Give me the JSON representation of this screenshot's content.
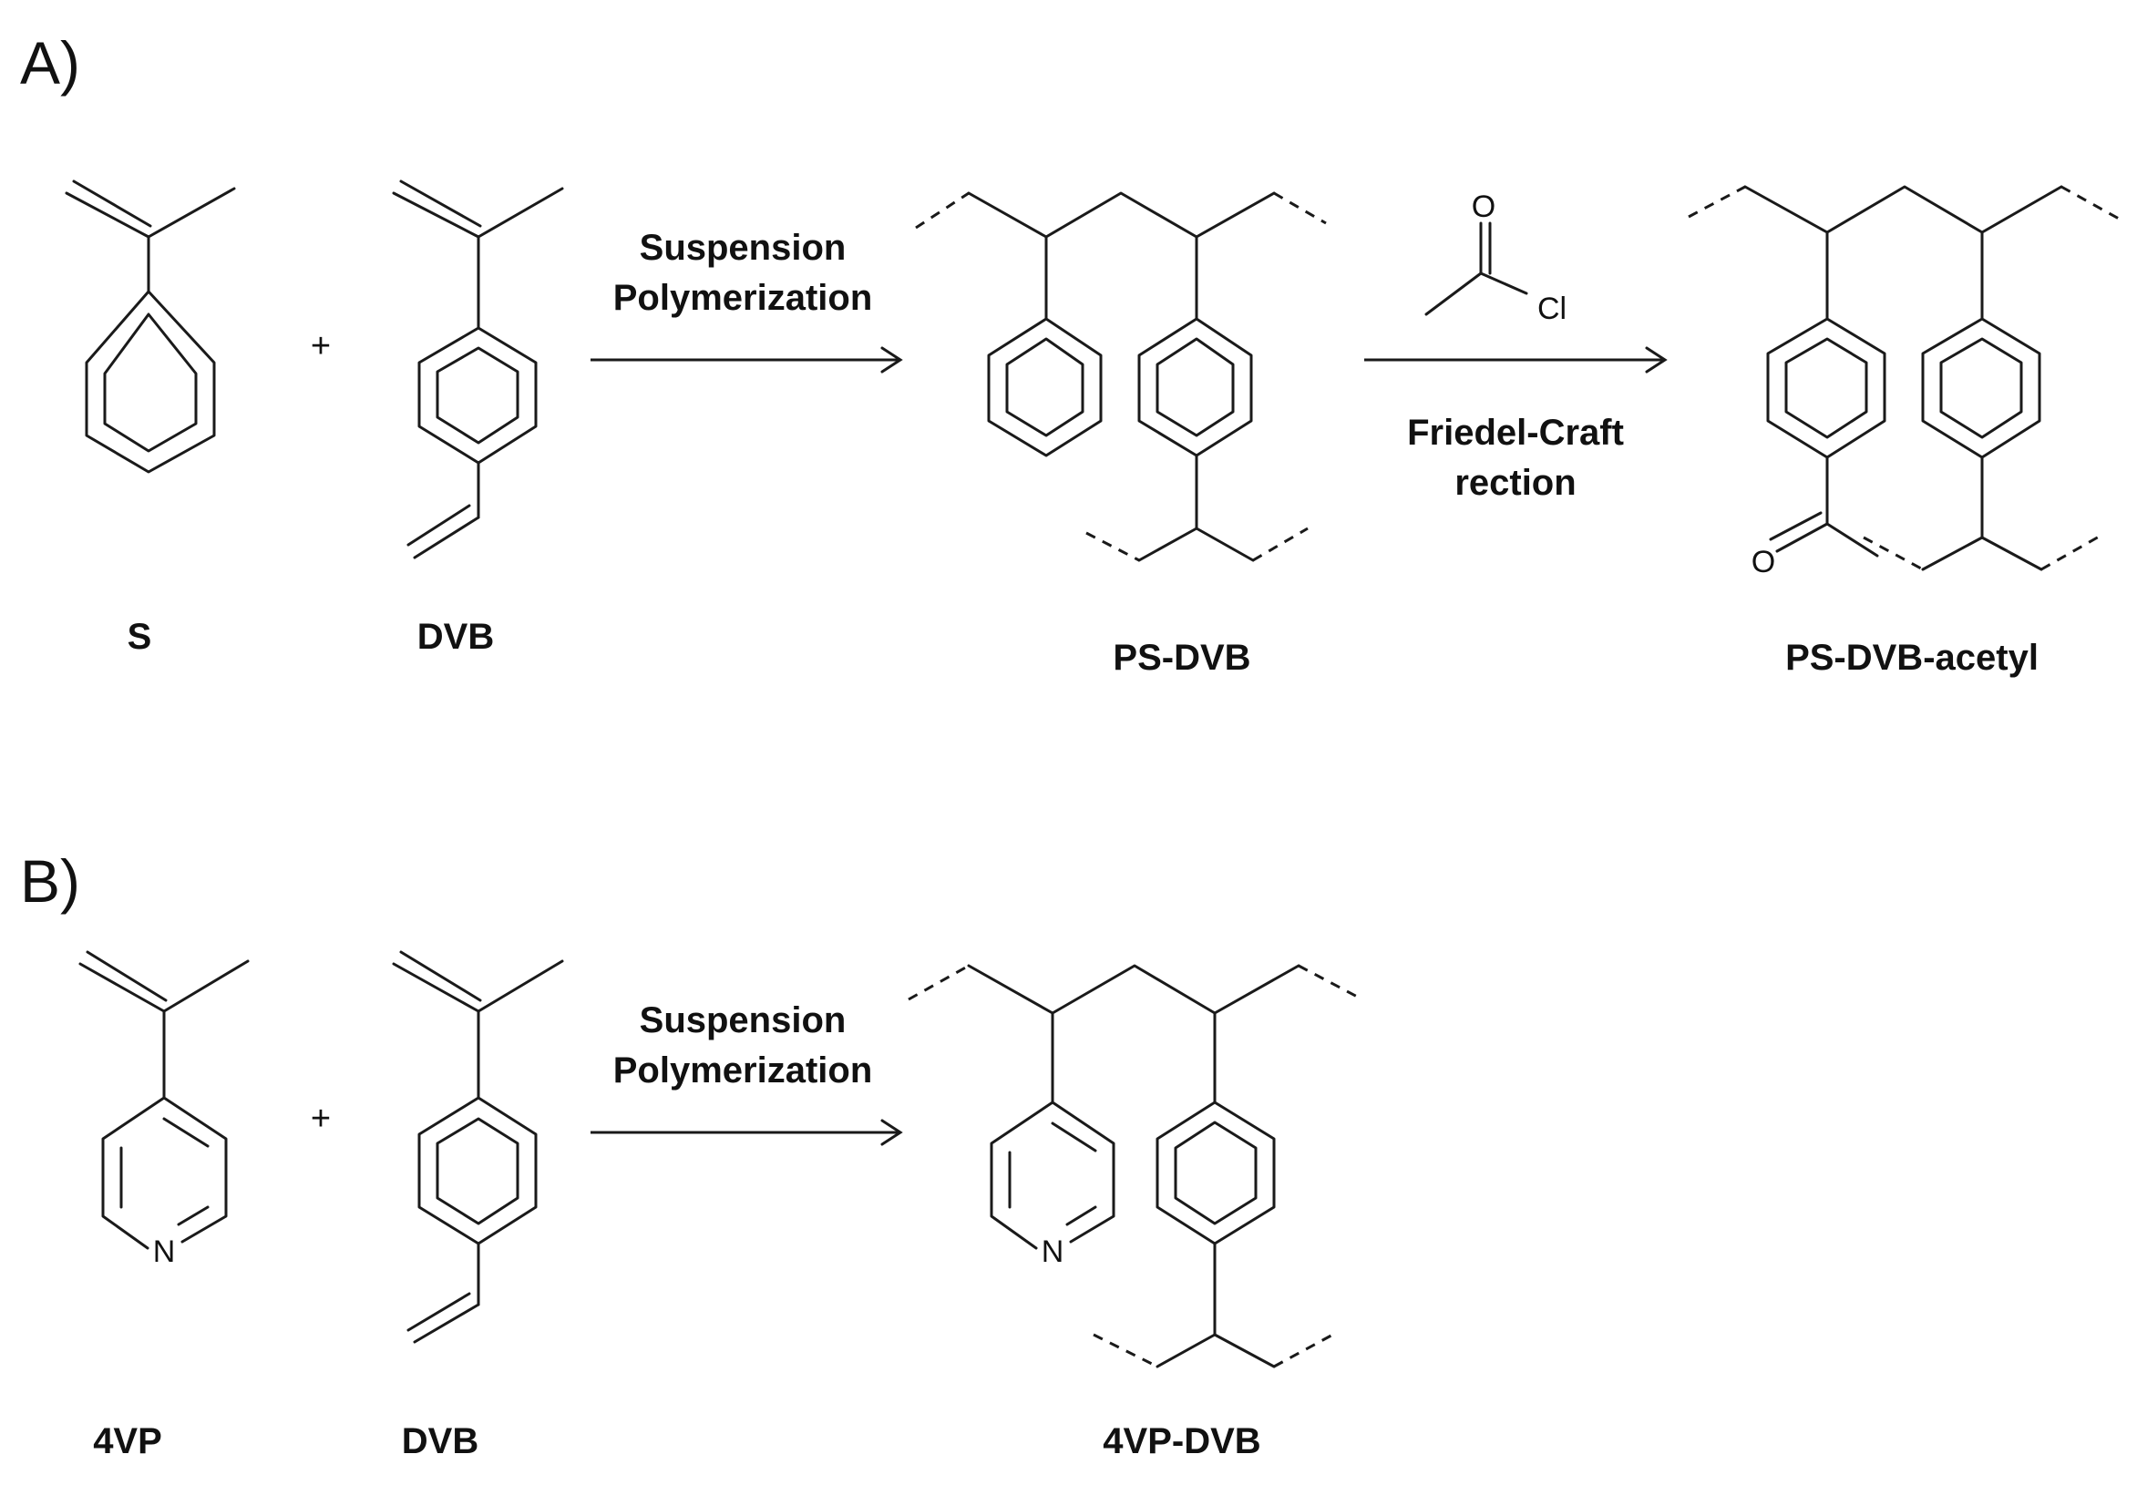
{
  "panels": {
    "a": {
      "label": "A)",
      "compounds": {
        "styrene": "S",
        "dvb": "DVB",
        "product": "PS-DVB",
        "acetyl_product": "PS-DVB-acetyl"
      },
      "plus": "+",
      "step1": {
        "line1": "Suspension",
        "line2": "Polymerization"
      },
      "step2": {
        "line1": "Friedel-Craft",
        "line2": "rection",
        "reagent_o": "O",
        "reagent_cl": "Cl"
      },
      "acetyl_o": "O"
    },
    "b": {
      "label": "B)",
      "compounds": {
        "vinylpyridine": "4VP",
        "dvb": "DVB",
        "product": "4VP-DVB"
      },
      "plus": "+",
      "step1": {
        "line1": "Suspension",
        "line2": "Polymerization"
      },
      "monomer_n": "N",
      "product_n": "N"
    }
  }
}
